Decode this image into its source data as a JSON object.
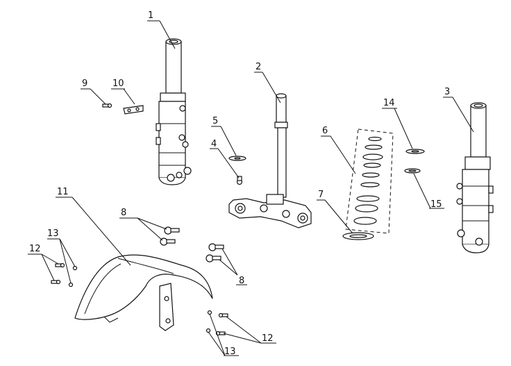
{
  "callouts": {
    "c1": "1",
    "c2": "2",
    "c3": "3",
    "c4": "4",
    "c5": "5",
    "c6": "6",
    "c7": "7",
    "c8a": "8",
    "c8b": "8",
    "c9": "9",
    "c10": "10",
    "c11": "11",
    "c12a": "12",
    "c12b": "12",
    "c13a": "13",
    "c13b": "13",
    "c14": "14",
    "c15": "15"
  }
}
